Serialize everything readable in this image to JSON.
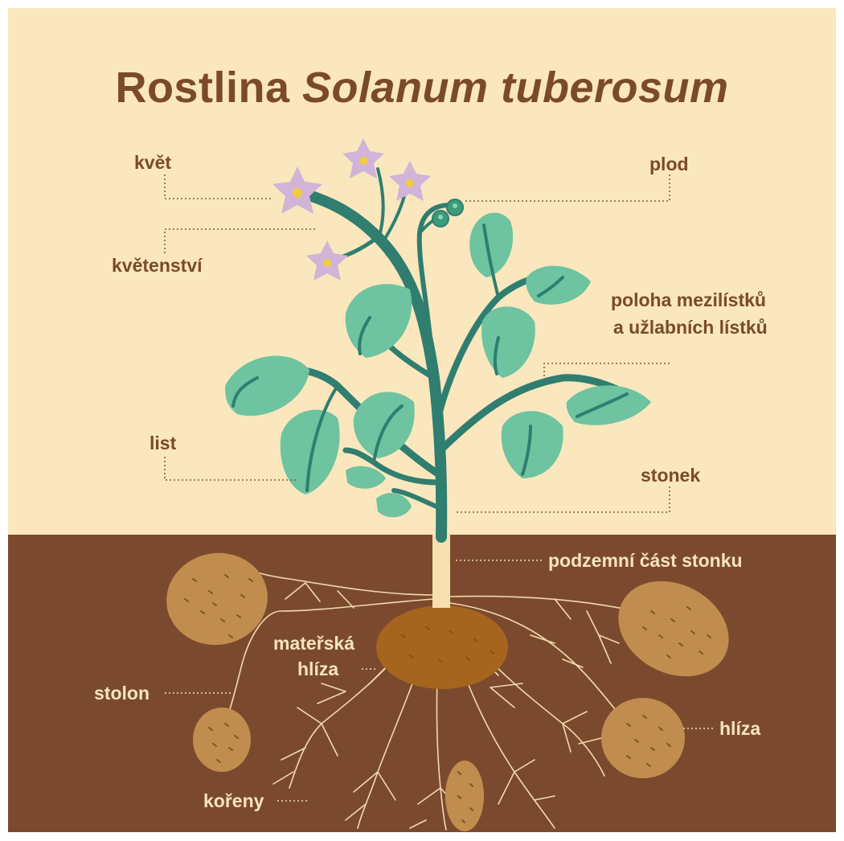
{
  "title": {
    "prefix": "Rostlina",
    "species": "Solanum tuberosum"
  },
  "labels": {
    "kvet": "květ",
    "kvetenstvi": "květenství",
    "plod": "plod",
    "poloha_line1": "poloha mezilístků",
    "poloha_line2": "a užlabních lístků",
    "list": "list",
    "stonek": "stonek",
    "podzemni": "podzemní část stonku",
    "materska_line1": "mateřská",
    "materska_line2": "hlíza",
    "stolon": "stolon",
    "hliza": "hlíza",
    "koreny": "kořeny"
  },
  "colors": {
    "sky": "#fae7bd",
    "soil": "#7b4a2e",
    "leaf": "#6ec3a0",
    "stem": "#2f7e70",
    "tuber": "#c18d4f",
    "mother_tuber": "#a6651e",
    "flower": "#d1b4d8",
    "flower_center": "#f2cc3e",
    "text_dark": "#7a4a2a",
    "text_light": "#f7e4bc"
  }
}
